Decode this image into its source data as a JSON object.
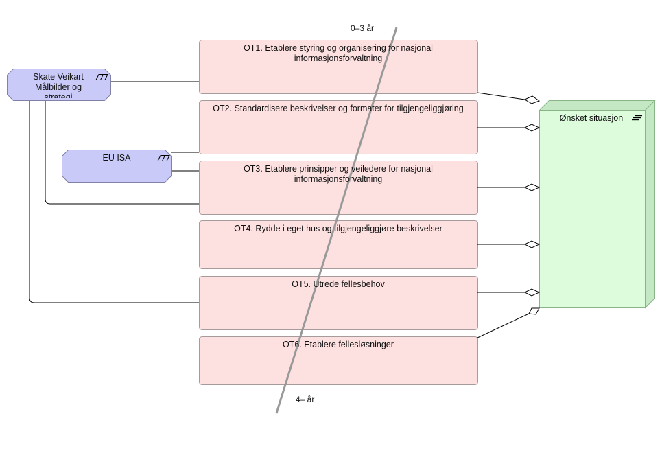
{
  "timeline": {
    "start_label": "0–3 år",
    "end_label": "4– år"
  },
  "drivers": {
    "skate": {
      "label": "Skate Veikart Målbilder og strategi",
      "icon": "motivation-parallelogram-icon"
    },
    "eu_isa": {
      "label": "EU ISA",
      "icon": "motivation-parallelogram-icon"
    }
  },
  "goals": [
    {
      "id": "OT1",
      "label": "OT1. Etablere styring og organisering for nasjonal informasjonsforvaltning"
    },
    {
      "id": "OT2",
      "label": "OT2. Standardisere beskrivelser og formater for tilgjengeliggjøring"
    },
    {
      "id": "OT3",
      "label": "OT3. Etablere prinsipper og veiledere for nasjonal informasjonsforvaltning"
    },
    {
      "id": "OT4",
      "label": "OT4. Rydde i eget hus og tilgjengeliggjøre beskrivelser"
    },
    {
      "id": "OT5",
      "label": "OT5. Utrede fellesbehov"
    },
    {
      "id": "OT6",
      "label": "OT6. Etablere fellesløsninger"
    }
  ],
  "target_state": {
    "label": "Ønsket situasjon",
    "icon": "node-stack-icon"
  },
  "colors": {
    "goal_fill": "#fde0e0",
    "goal_stroke": "#a69a9a",
    "driver_fill": "#c9caf8",
    "driver_stroke": "#8080a8",
    "node_fill": "#dcfcdc",
    "node_side": "#c4e8c4",
    "node_stroke": "#88b488",
    "timeline": "#999999"
  }
}
